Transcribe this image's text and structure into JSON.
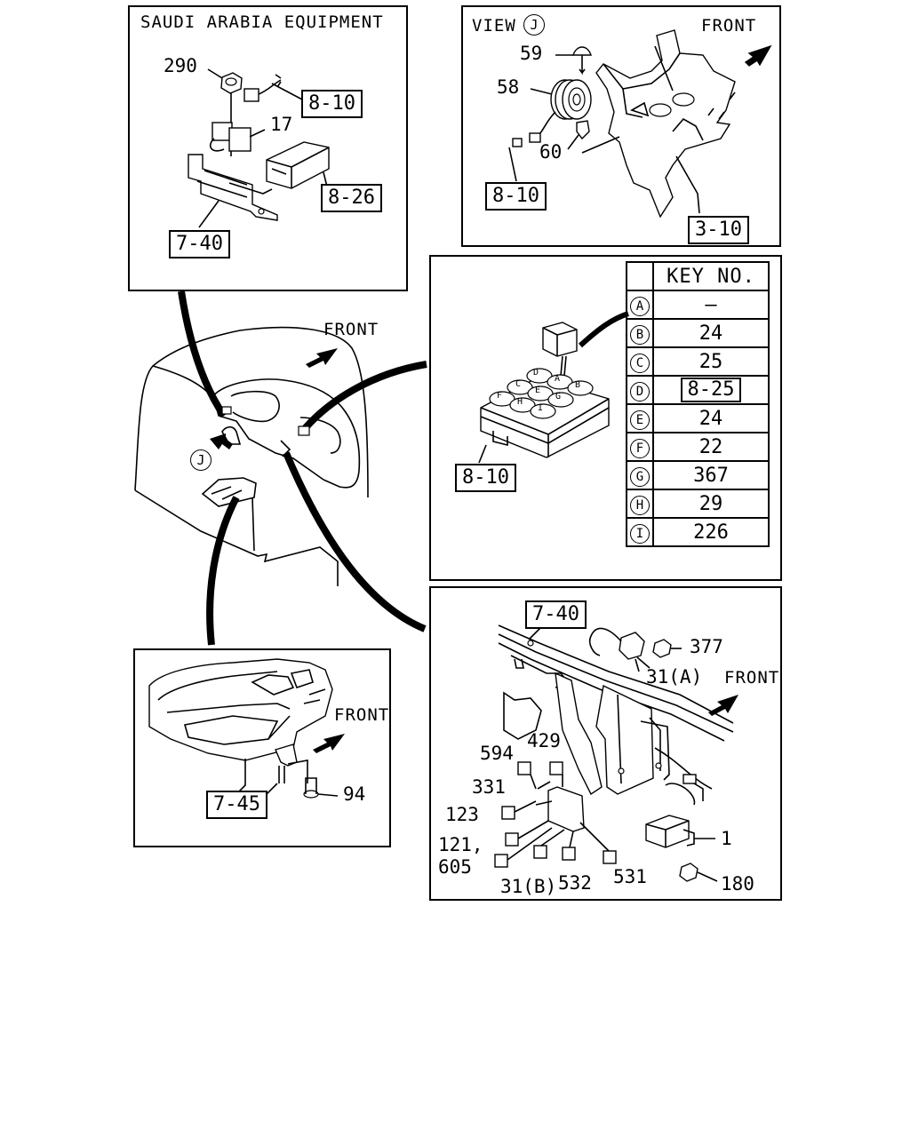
{
  "panel_saudi": {
    "title": "SAUDI ARABIA EQUIPMENT",
    "labels": [
      "290",
      "17"
    ],
    "refs": [
      "8-10",
      "8-26",
      "7-40"
    ]
  },
  "panel_view": {
    "view_label": "VIEW",
    "view_letter": "J",
    "front": "FRONT",
    "labels": [
      "59",
      "58",
      "60"
    ],
    "refs": [
      "8-10",
      "3-10"
    ]
  },
  "overview": {
    "front": "FRONT",
    "view_letter": "J"
  },
  "panel_relay": {
    "ref": "8-10",
    "grid_letters": [
      "D",
      "A",
      "B",
      "C",
      "E",
      "G",
      "F",
      "H",
      "I"
    ],
    "table_header": "KEY NO.",
    "rows": [
      {
        "letter": "A",
        "value": "—",
        "boxed": false
      },
      {
        "letter": "B",
        "value": "24",
        "boxed": false
      },
      {
        "letter": "C",
        "value": "25",
        "boxed": false
      },
      {
        "letter": "D",
        "value": "8-25",
        "boxed": true
      },
      {
        "letter": "E",
        "value": "24",
        "boxed": false
      },
      {
        "letter": "F",
        "value": "22",
        "boxed": false
      },
      {
        "letter": "G",
        "value": "367",
        "boxed": false
      },
      {
        "letter": "H",
        "value": "29",
        "boxed": false
      },
      {
        "letter": "I",
        "value": "226",
        "boxed": false
      }
    ]
  },
  "panel_console": {
    "front": "FRONT",
    "labels": [
      "94"
    ],
    "refs": [
      "7-45"
    ]
  },
  "panel_bracket": {
    "front": "FRONT",
    "refs": [
      "7-40"
    ],
    "labels": [
      "377",
      "31(A)",
      "594",
      "429",
      "331",
      "123",
      "121,",
      "605",
      "31(B)",
      "532",
      "531",
      "1",
      "180"
    ]
  }
}
